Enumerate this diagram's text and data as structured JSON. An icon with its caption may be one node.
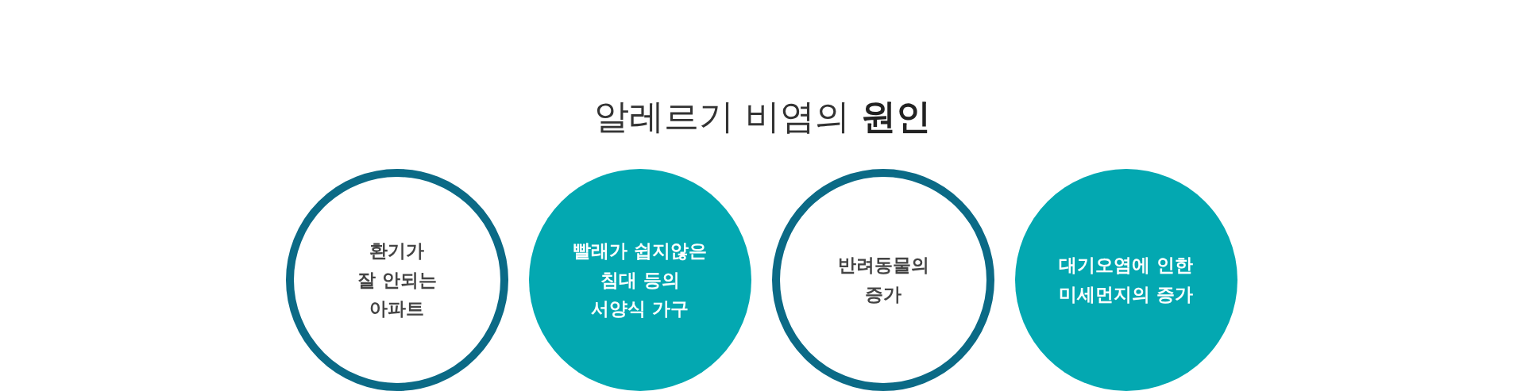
{
  "diagram": {
    "title": "알레르기 비염의 **원인**",
    "nodes": [
      {
        "text": [
          "환기가 잘 안되는 아파트"
        ]
      },
      {
        "text": [
          "빨래가 쉽지않은 침대 등의 서양식 가구"
        ]
      },
      {
        "text": [
          "반려동물의 증가"
        ]
      },
      {
        "text": [
          "대기오염에 인한 미세먼지의 증가"
        ]
      }
    ]
  }
}
